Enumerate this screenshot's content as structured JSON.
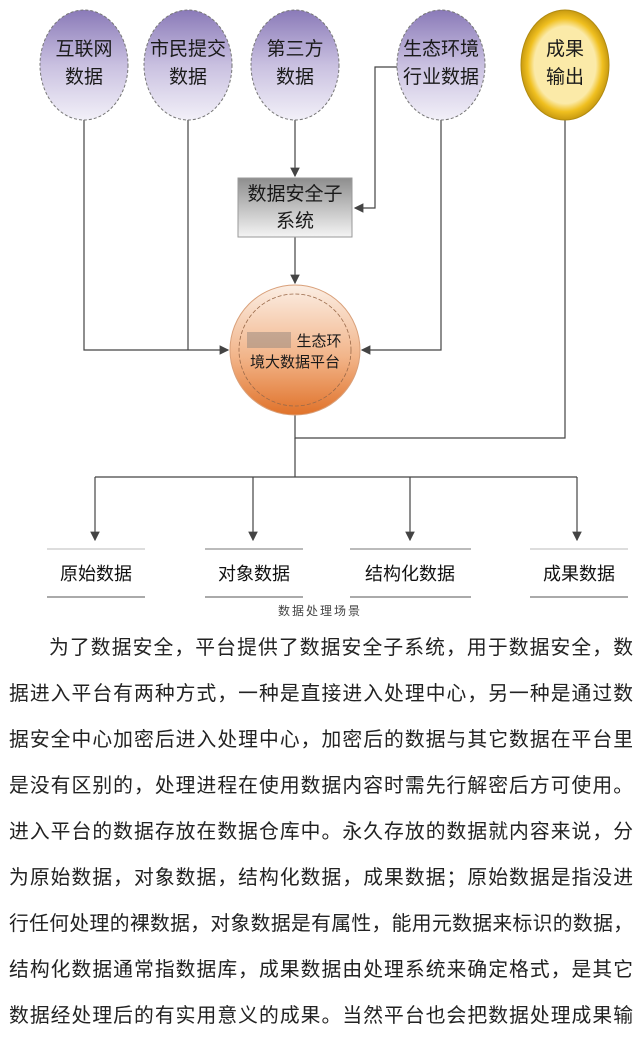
{
  "diagram": {
    "sources": [
      {
        "line1": "互联网",
        "line2": "数据"
      },
      {
        "line1": "市民提交",
        "line2": "数据"
      },
      {
        "line1": "第三方",
        "line2": "数据"
      },
      {
        "line1": "生态环境",
        "line2": "行业数据"
      }
    ],
    "output": {
      "line1": "成果",
      "line2": "输出"
    },
    "security": {
      "line1": "数据安全子",
      "line2": "系统"
    },
    "platform": {
      "line1": "生态环",
      "line2": "境大数据平台"
    },
    "categories": [
      "原始数据",
      "对象数据",
      "结构化数据",
      "成果数据"
    ],
    "caption": "数据处理场景"
  },
  "paragraph": [
    "为了数据安全，平台提供了数据安全子系统，用于数据安全，数",
    "据进入平台有两种方式，一种是直接进入处理中心，另一种是通过数",
    "据安全中心加密后进入处理中心，加密后的数据与其它数据在平台里",
    "是没有区别的，处理进程在使用数据内容时需先行解密后方可使用。",
    "进入平台的数据存放在数据仓库中。永久存放的数据就内容来说，分",
    "为原始数据，对象数据，结构化数据，成果数据；原始数据是指没进",
    "行任何处理的裸数据，对象数据是有属性，能用元数据来标识的数据，",
    "结构化数据通常指数据库，成果数据由处理系统来确定格式，是其它",
    "数据经处理后的有实用意义的成果。当然平台也会把数据处理成果输"
  ]
}
